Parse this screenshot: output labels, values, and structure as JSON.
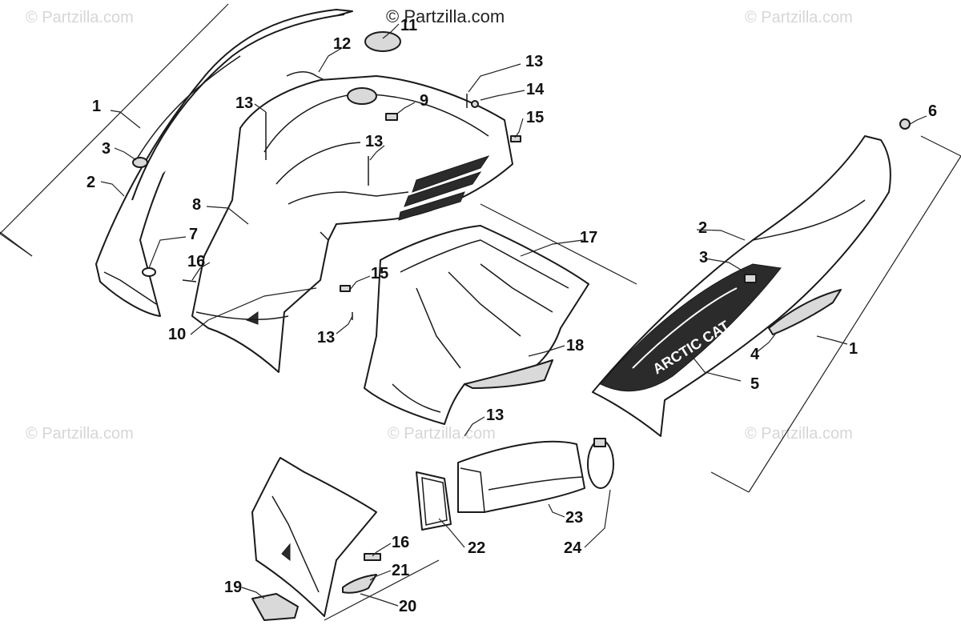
{
  "copyright": "© Partzilla.com",
  "watermark": "© Partzilla.com",
  "decal_text": "ARCTIC CAT",
  "callouts": {
    "c1a": "1",
    "c1b": "1",
    "c2a": "2",
    "c2b": "2",
    "c3a": "3",
    "c3b": "3",
    "c4": "4",
    "c5": "5",
    "c6": "6",
    "c7": "7",
    "c8": "8",
    "c9": "9",
    "c10": "10",
    "c11": "11",
    "c12": "12",
    "c13a": "13",
    "c13b": "13",
    "c13c": "13",
    "c13d": "13",
    "c13e": "13",
    "c14": "14",
    "c15a": "15",
    "c15b": "15",
    "c16a": "16",
    "c16b": "16",
    "c17": "17",
    "c18": "18",
    "c19": "19",
    "c20": "20",
    "c21": "21",
    "c22": "22",
    "c23": "23",
    "c24": "24"
  }
}
